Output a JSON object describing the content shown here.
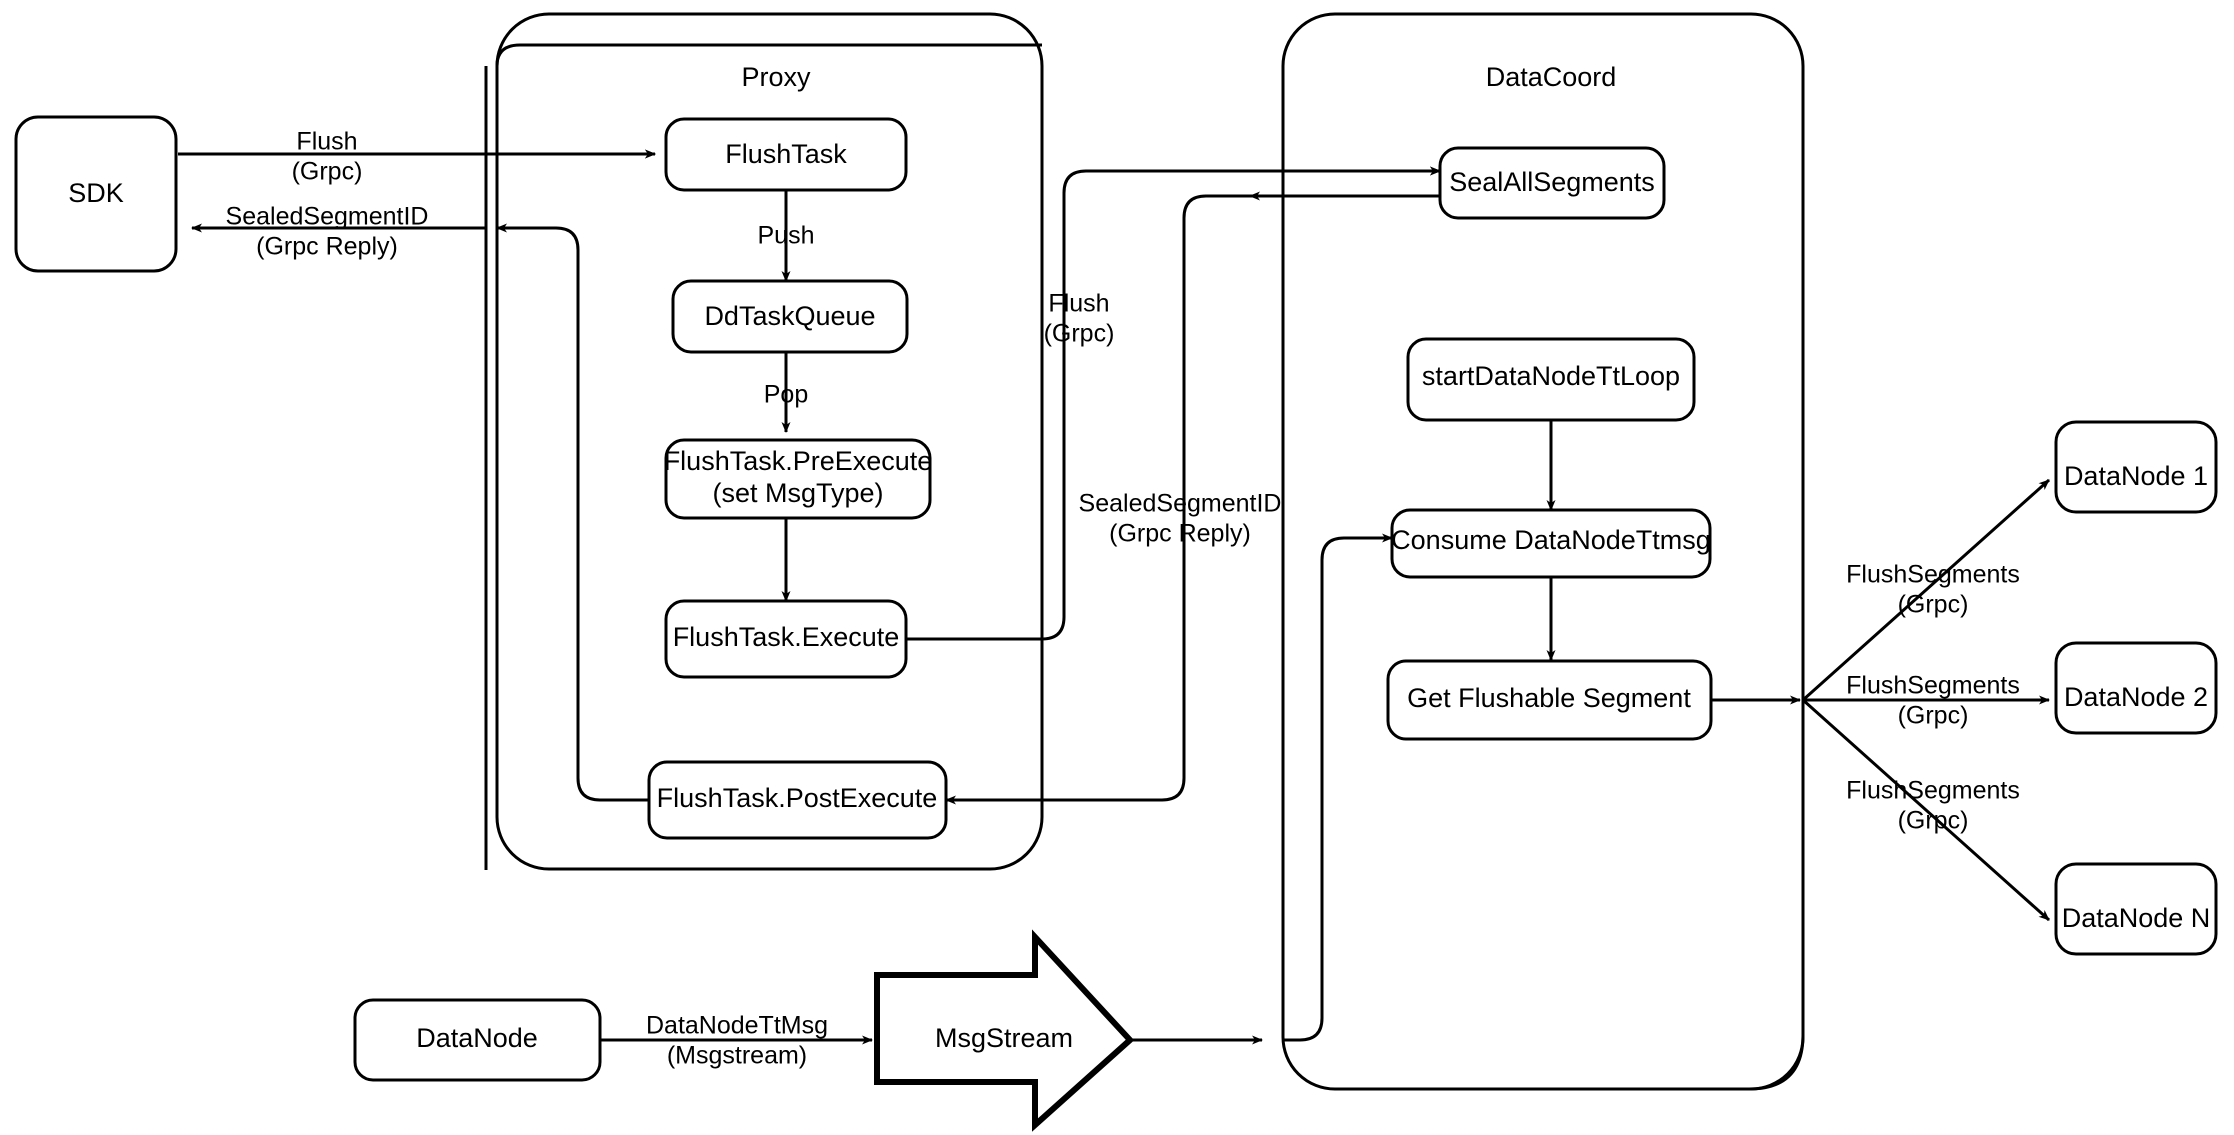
{
  "diagram": {
    "title": "Milvus Flush Sequence Architecture",
    "background": "#ffffff",
    "stroke": "#000000",
    "fill": "#ffffff"
  },
  "groups": [
    {
      "id": "proxy",
      "label": "Proxy"
    },
    {
      "id": "datacoord",
      "label": "DataCoord"
    }
  ],
  "nodes": [
    {
      "id": "sdk",
      "label": "SDK"
    },
    {
      "id": "flushtask",
      "label": "FlushTask"
    },
    {
      "id": "ddtaskqueue",
      "label": "DdTaskQueue"
    },
    {
      "id": "preexecute_l1",
      "label": "FlushTask.PreExecute"
    },
    {
      "id": "preexecute_l2",
      "label": "(set MsgType)"
    },
    {
      "id": "execute",
      "label": "FlushTask.Execute"
    },
    {
      "id": "postexecute",
      "label": "FlushTask.PostExecute"
    },
    {
      "id": "sealallsegments",
      "label": "SealAllSegments"
    },
    {
      "id": "startdatanodettloop",
      "label": "startDataNodeTtLoop"
    },
    {
      "id": "consumedatanodettmsg",
      "label": "Consume DataNodeTtmsg"
    },
    {
      "id": "getflushablesegment",
      "label": "Get Flushable Segment"
    },
    {
      "id": "datanode1",
      "label": "DataNode 1"
    },
    {
      "id": "datanode2",
      "label": "DataNode 2"
    },
    {
      "id": "datanoden",
      "label": "DataNode N"
    },
    {
      "id": "datanode_bottom",
      "label": "DataNode"
    },
    {
      "id": "msgstream",
      "label": "MsgStream"
    }
  ],
  "edge_labels": [
    {
      "id": "sdk_flush_l1",
      "text": "Flush"
    },
    {
      "id": "sdk_flush_l2",
      "text": "(Grpc)"
    },
    {
      "id": "sdk_reply_l1",
      "text": "SealedSegmentID"
    },
    {
      "id": "sdk_reply_l2",
      "text": "(Grpc Reply)"
    },
    {
      "id": "push",
      "text": "Push"
    },
    {
      "id": "pop",
      "text": "Pop"
    },
    {
      "id": "mid_flush_l1",
      "text": "Flush"
    },
    {
      "id": "mid_flush_l2",
      "text": "(Grpc)"
    },
    {
      "id": "mid_reply_l1",
      "text": "SealedSegmentID"
    },
    {
      "id": "mid_reply_l2",
      "text": "(Grpc Reply)"
    },
    {
      "id": "fs1_l1",
      "text": "FlushSegments"
    },
    {
      "id": "fs1_l2",
      "text": "(Grpc)"
    },
    {
      "id": "fs2_l1",
      "text": "FlushSegments"
    },
    {
      "id": "fs2_l2",
      "text": "(Grpc)"
    },
    {
      "id": "fsn_l1",
      "text": "FlushSegments"
    },
    {
      "id": "fsn_l2",
      "text": "(Grpc)"
    },
    {
      "id": "ttmsg_l1",
      "text": "DataNodeTtMsg"
    },
    {
      "id": "ttmsg_l2",
      "text": "(Msgstream)"
    }
  ]
}
